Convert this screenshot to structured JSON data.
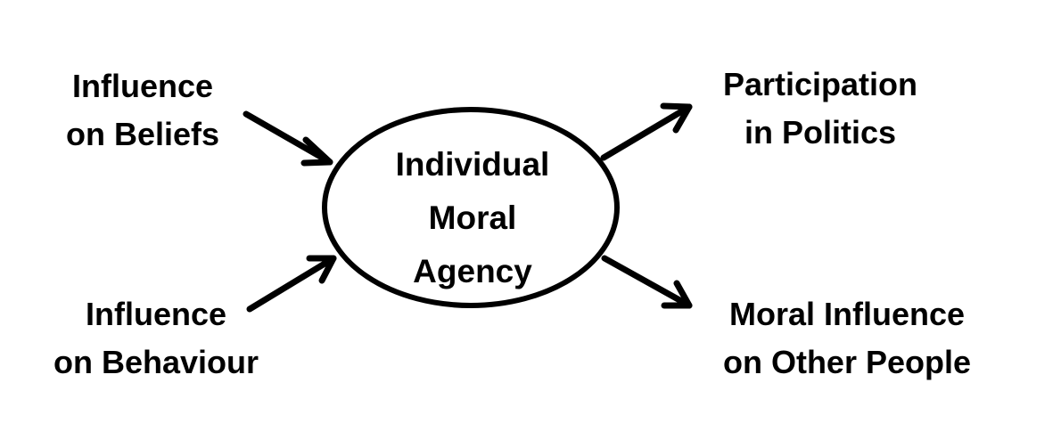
{
  "diagram": {
    "center_node": {
      "lines": [
        "Individual",
        "Moral",
        "Agency"
      ]
    },
    "inputs": [
      {
        "lines": [
          "Influence",
          "on Beliefs"
        ]
      },
      {
        "lines": [
          "Influence",
          "on Behaviour"
        ]
      }
    ],
    "outputs": [
      {
        "lines": [
          "Participation",
          "in Politics"
        ]
      },
      {
        "lines": [
          "Moral Influence",
          "on Other People"
        ]
      }
    ],
    "colors": {
      "stroke": "#000000",
      "text": "#000000",
      "background": "#ffffff"
    }
  }
}
